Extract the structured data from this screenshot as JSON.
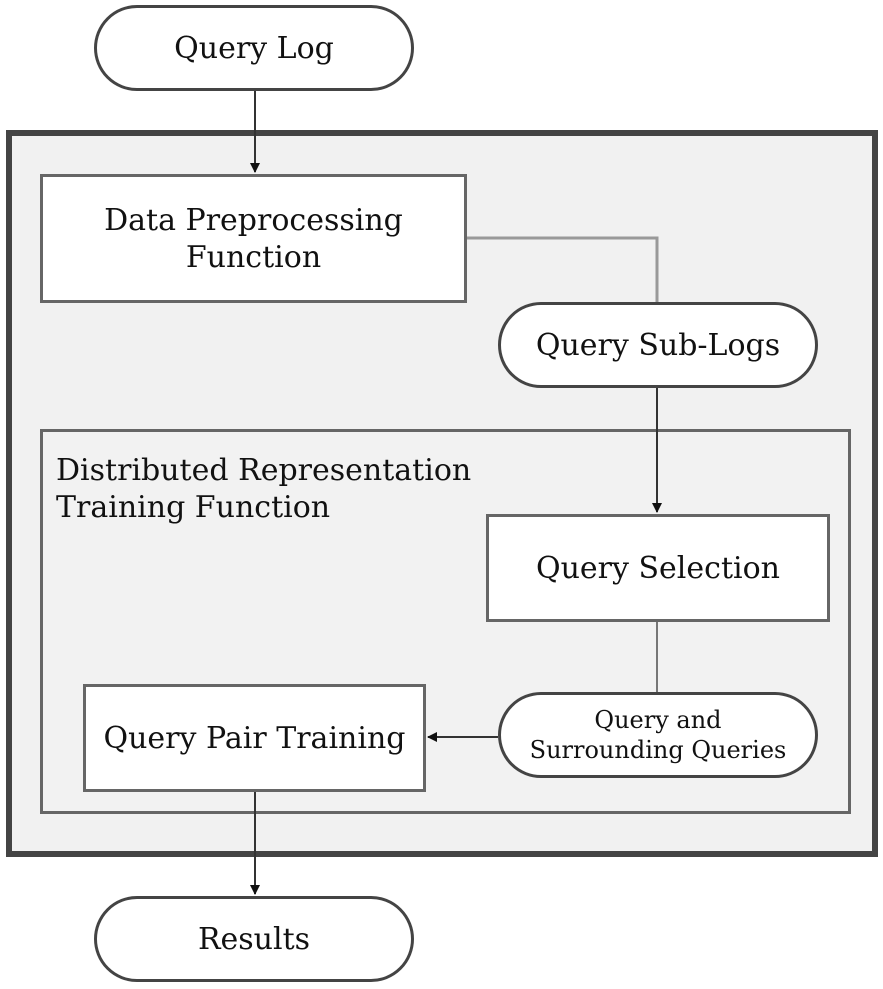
{
  "diagram": {
    "nodes": {
      "query_log": "Query Log",
      "data_preprocessing": [
        "Data Preprocessing",
        "Function"
      ],
      "query_sub_logs": "Query Sub-Logs",
      "distributed_training": [
        "Distributed Representation",
        "Training Function"
      ],
      "query_selection": "Query Selection",
      "query_and_surrounding": [
        "Query and",
        "Surrounding Queries"
      ],
      "query_pair_training": "Query Pair Training",
      "results": "Results"
    },
    "edges": [
      [
        "query_log",
        "data_preprocessing"
      ],
      [
        "data_preprocessing",
        "query_sub_logs"
      ],
      [
        "query_sub_logs",
        "query_selection"
      ],
      [
        "query_selection",
        "query_and_surrounding"
      ],
      [
        "query_and_surrounding",
        "query_pair_training"
      ],
      [
        "query_pair_training",
        "results"
      ]
    ]
  }
}
